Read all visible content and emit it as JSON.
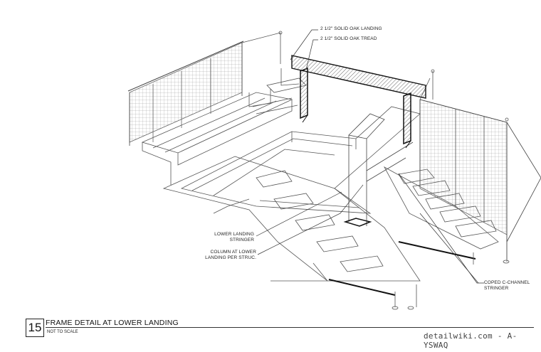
{
  "callouts": {
    "landing_tread_top": "2 1/2\" SOLID OAK LANDING",
    "stair_tread": "2 1/2\" SOLID OAK  TREAD",
    "lower_landing_stringer": [
      "LOWER LANDING",
      "STRINGER"
    ],
    "column": [
      "COLUMN AT LOWER",
      "LANDING  PER STRUC."
    ],
    "coped_channel": [
      "COPED C-CHANNEL",
      "STRINGER"
    ]
  },
  "title_block": {
    "number": "15",
    "title": "FRAME DETAIL AT LOWER LANDING",
    "scale": "NOT TO SCALE"
  },
  "watermark": "detailwiki.com - A-YSWAQ"
}
